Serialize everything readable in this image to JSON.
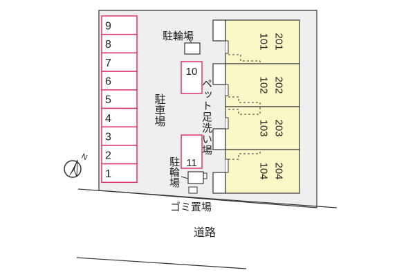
{
  "colors": {
    "parking_space": "#e0336b",
    "unit_fill": "#fbf8c8",
    "lot_fill": "#efefef",
    "outline": "#333333"
  },
  "compass": {
    "north_label": "N"
  },
  "labels": {
    "bicycle_parking_top": "駐輪場",
    "bicycle_parking_bottom": "駐輪場",
    "parking_lot": "駐車場",
    "pet_foot_wash": "ペット足洗い場",
    "garbage_area": "ゴミ置場",
    "road": "道路"
  },
  "parking_spaces": [
    "9",
    "8",
    "7",
    "6",
    "5",
    "4",
    "3",
    "2",
    "1"
  ],
  "parking_spaces_center": [
    "10",
    "11"
  ],
  "units": [
    {
      "upper": "201",
      "lower": "101"
    },
    {
      "upper": "202",
      "lower": "102"
    },
    {
      "upper": "203",
      "lower": "103"
    },
    {
      "upper": "204",
      "lower": "104"
    }
  ]
}
